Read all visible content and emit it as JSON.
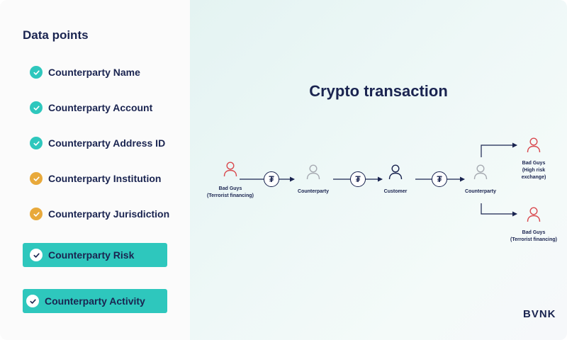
{
  "sidebar": {
    "title": "Data points",
    "items": [
      {
        "label": "Counterparty Name",
        "status": "verified"
      },
      {
        "label": "Counterparty Account",
        "status": "verified"
      },
      {
        "label": "Counterparty Address ID",
        "status": "verified"
      },
      {
        "label": "Counterparty Institution",
        "status": "partial"
      },
      {
        "label": "Counterparty Jurisdiction",
        "status": "partial"
      },
      {
        "label": "Counterparty Risk",
        "status": "highlighted"
      },
      {
        "label": "Counterparty Activity",
        "status": "highlighted"
      }
    ]
  },
  "diagram": {
    "title": "Crypto transaction",
    "nodes": {
      "bad_guys_source": {
        "line1": "Bad Guys",
        "line2": "(Terrorist financing)",
        "icon": "person-icon",
        "tone": "risk"
      },
      "counterparty_1": {
        "line1": "Counterparty",
        "icon": "person-icon",
        "tone": "neutral"
      },
      "customer": {
        "line1": "Customer",
        "icon": "person-icon",
        "tone": "primary"
      },
      "counterparty_2": {
        "line1": "Counterparty",
        "icon": "person-icon",
        "tone": "neutral"
      },
      "bad_guys_exchange": {
        "line1": "Bad Guys",
        "line2": "(High risk",
        "line3": "exchange)",
        "icon": "person-icon",
        "tone": "risk"
      },
      "bad_guys_terror": {
        "line1": "Bad Guys",
        "line2": "(Terrorist financing)",
        "icon": "person-icon",
        "tone": "risk"
      }
    },
    "token_symbol": "₮",
    "token_icon": "tether-token-icon"
  },
  "brand": {
    "name": "BVNK"
  },
  "colors": {
    "teal": "#2ec7bd",
    "amber": "#e8a93b",
    "navy": "#1a2450",
    "risk_red": "#d94a4f",
    "neutral_grey": "#a7abb2"
  }
}
